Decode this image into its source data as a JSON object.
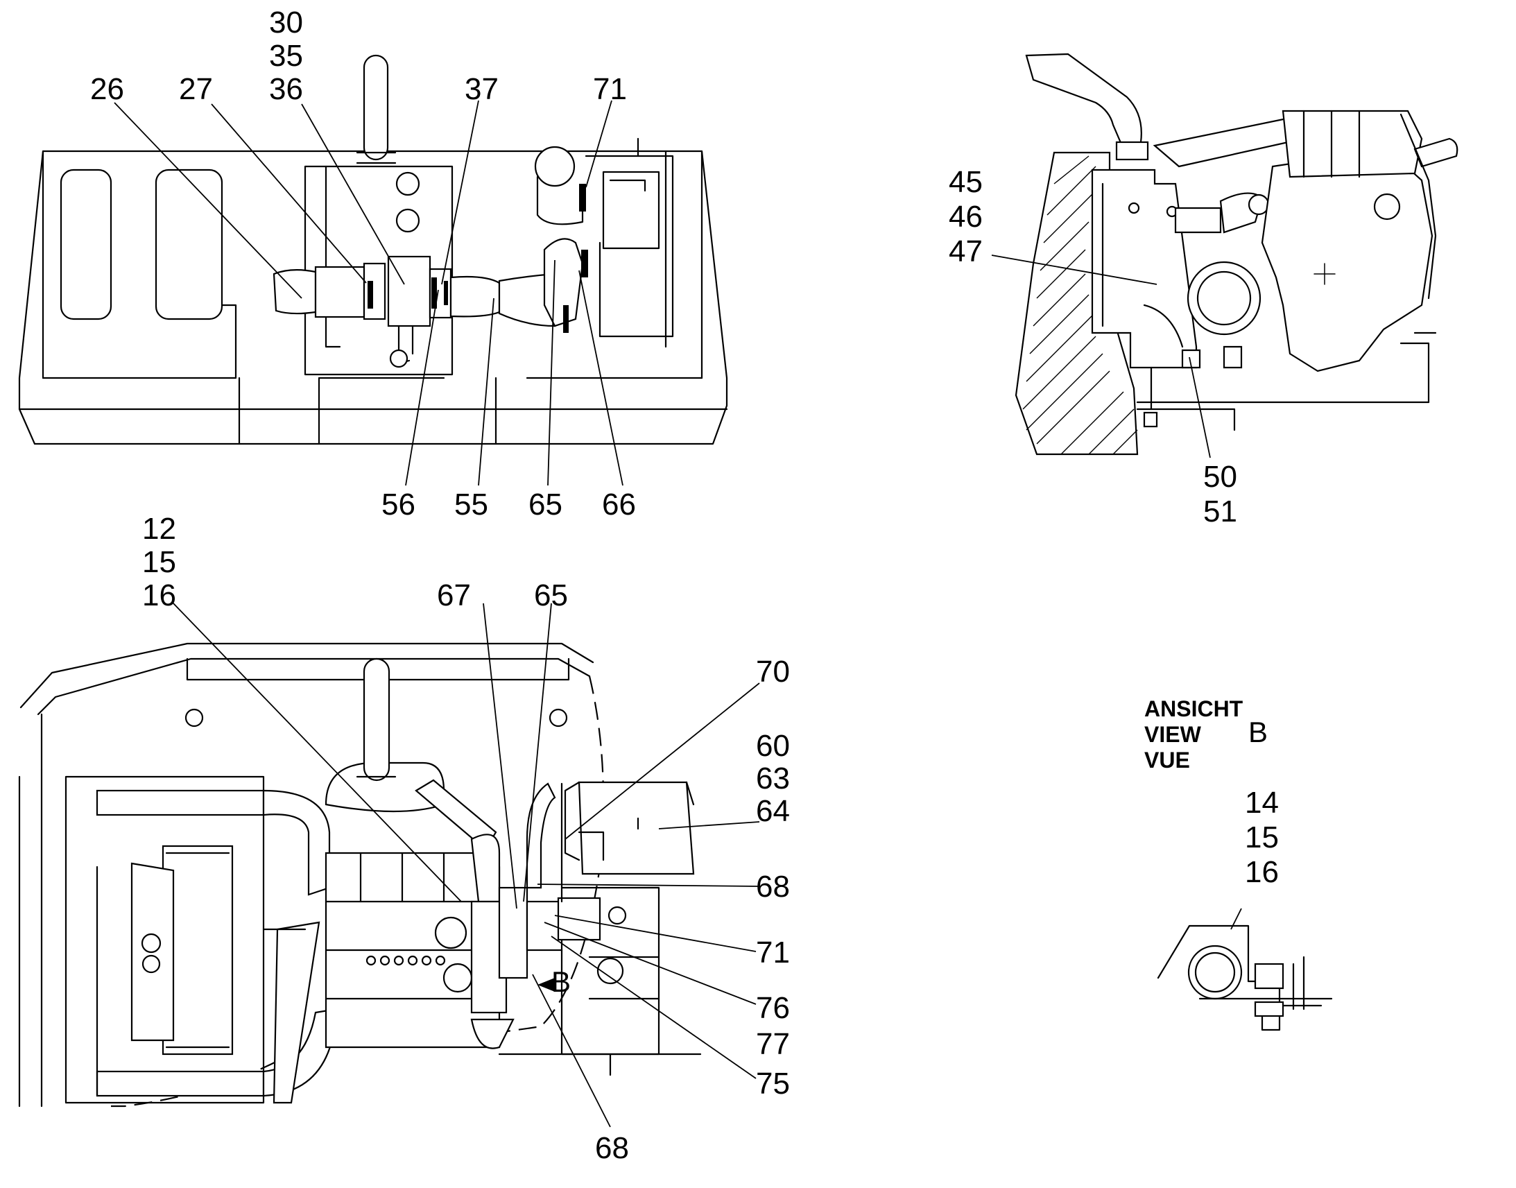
{
  "diagram": {
    "callouts_top_left": [
      "30",
      "35",
      "36",
      "26",
      "27",
      "37",
      "71",
      "56",
      "55",
      "65",
      "66"
    ],
    "callouts_top_right": [
      "45",
      "46",
      "47",
      "50",
      "51"
    ],
    "callouts_bottom_left": [
      "12",
      "15",
      "16",
      "67",
      "65",
      "70",
      "60",
      "63",
      "64",
      "68",
      "71",
      "76",
      "77",
      "75",
      "68"
    ],
    "callouts_view_b": [
      "14",
      "15",
      "16"
    ],
    "view_b_label": {
      "line1": "ANSICHT",
      "line2": "VIEW",
      "line3": "VUE",
      "letter": "B"
    },
    "marker_b": "B"
  }
}
